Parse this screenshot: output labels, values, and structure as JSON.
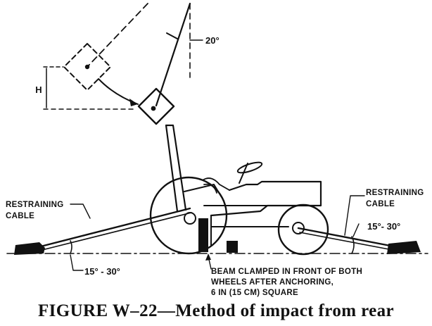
{
  "labels": {
    "restraining_cable_left": [
      "RESTRAINING",
      "CABLE"
    ],
    "restraining_cable_right": [
      "RESTRAINING",
      "CABLE"
    ],
    "angle_top": "20°",
    "height": "H",
    "angle_left": "15° - 30°",
    "angle_right": "15°- 30°",
    "beam_note": [
      "BEAM CLAMPED IN FRONT OF BOTH",
      "WHEELS AFTER ANCHORING,",
      "6 IN (15 CM) SQUARE"
    ]
  },
  "caption": "FIGURE W–22—Method of impact from rear"
}
